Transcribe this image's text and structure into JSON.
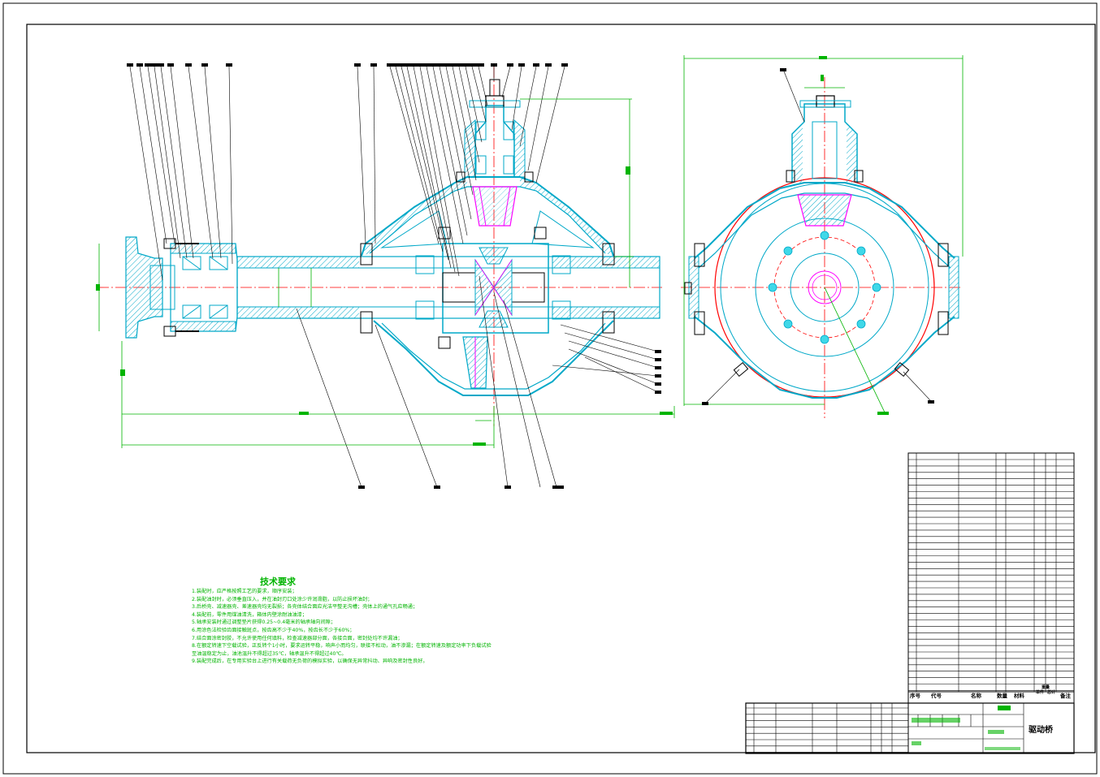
{
  "tech_requirements": {
    "title": "技术要求",
    "lines": [
      "1.装配时，应严格按照工艺的要求，顺序安装；",
      "2.装配油封时，必须垂直压入，并在油封刃口处涂少许润滑脂，以防止损坏油封；",
      "3.后桥壳、减速器壳、差速器壳均无裂损；各壳体结合面应光洁平整无沟槽；壳体上的通气孔应畅通；",
      "4.装配前，零件用煤油清洗，箱体内壁涂耐油油漆；",
      "5.轴承安装时通过调整垫片获得0.25~0.4毫米的轴承轴向间隙；",
      "6.用涂色法检验齿面接触斑点，按齿高不少于40%，按齿长不少于60%；",
      "7.结合面涂密封胶，不允许使用任何填料，检查减速器部分面，各接合面，密封处均不许漏油；",
      "8.在额定转速下空载试验，正反转个1小时，要求运转平稳，响声小而均匀，联接不松动，油不渗漏；在额定转速及额定功率下负载试验至油温稳定为止，油池温升不得超过35℃，轴承温升不得超过40℃。",
      "9.装配完成后，在专用实验台上进行有关载荷无负荷的模拟实验，以确保无异常抖动、异响及密封性良好。"
    ]
  },
  "title_block": {
    "drawing_name": "驱动桥",
    "col_headers": [
      "序号",
      "代号",
      "名称",
      "数量",
      "材料",
      "单件",
      "总计",
      "备注"
    ],
    "weight_header": "重量"
  },
  "part_labels_left": [
    "1",
    "2",
    "3",
    "4",
    "5",
    "6",
    "7",
    "8"
  ],
  "part_labels_mid": [
    "9",
    "10",
    "11",
    "12",
    "13",
    "14",
    "15",
    "16",
    "17",
    "18",
    "19",
    "20",
    "21",
    "22",
    "23",
    "24",
    "25",
    "26",
    "27",
    "28",
    "29",
    "30"
  ],
  "colors": {
    "outline": "#000000",
    "hatch": "#00a8c8",
    "housing": "#00b8d0",
    "centerline": "#ff0000",
    "gear": "#ff00ff",
    "dimension": "#00b400",
    "text": "#00b400"
  }
}
